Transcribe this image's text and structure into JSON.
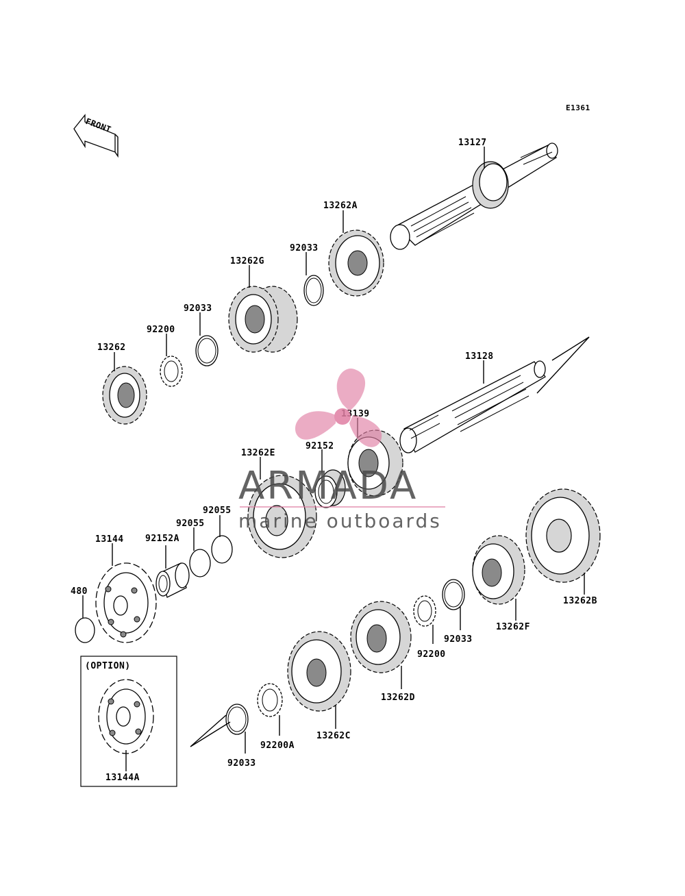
{
  "diagram_code": "E1361",
  "front_arrow_text": "FRONT",
  "option_box_title": "(OPTION)",
  "watermark": {
    "brand": "ARMADA",
    "tagline": "marine outboards",
    "accent_color": "#e07ea3",
    "text_color": "#4a4a4a"
  },
  "parts": [
    {
      "id": "13127",
      "label": "13127"
    },
    {
      "id": "13262A",
      "label": "13262A"
    },
    {
      "id": "92033-a",
      "label": "92033"
    },
    {
      "id": "13262G",
      "label": "13262G"
    },
    {
      "id": "92033-b",
      "label": "92033"
    },
    {
      "id": "92200-a",
      "label": "92200"
    },
    {
      "id": "13262",
      "label": "13262"
    },
    {
      "id": "13128",
      "label": "13128"
    },
    {
      "id": "13139",
      "label": "13139"
    },
    {
      "id": "92152",
      "label": "92152"
    },
    {
      "id": "13262E",
      "label": "13262E"
    },
    {
      "id": "92055-a",
      "label": "92055"
    },
    {
      "id": "92055-b",
      "label": "92055"
    },
    {
      "id": "92152A",
      "label": "92152A"
    },
    {
      "id": "13144",
      "label": "13144"
    },
    {
      "id": "480",
      "label": "480"
    },
    {
      "id": "13262B",
      "label": "13262B"
    },
    {
      "id": "13262F",
      "label": "13262F"
    },
    {
      "id": "92033-c",
      "label": "92033"
    },
    {
      "id": "92200-b",
      "label": "92200"
    },
    {
      "id": "13262D",
      "label": "13262D"
    },
    {
      "id": "13262C",
      "label": "13262C"
    },
    {
      "id": "92200A",
      "label": "92200A"
    },
    {
      "id": "92033-d",
      "label": "92033"
    },
    {
      "id": "13144A",
      "label": "13144A"
    }
  ]
}
